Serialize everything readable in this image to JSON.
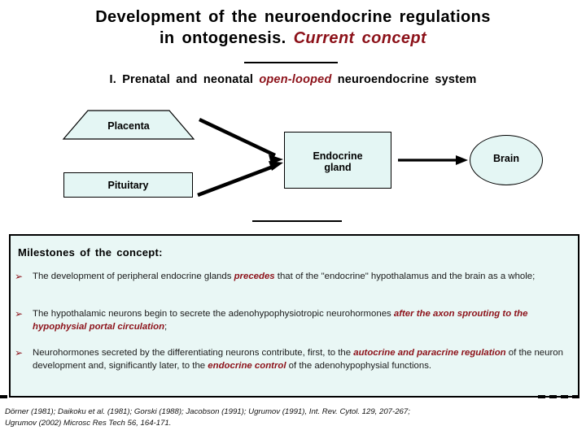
{
  "slide": {
    "title_line1": "Development of the neuroendocrine regulations",
    "title_line2_plain": "in ontogenesis.",
    "title_line2_accent": "Current concept",
    "section_prefix": "I.",
    "section_part1": "Prenatal and neonatal",
    "section_accent": "open-looped",
    "section_part2": "neuroendocrine system"
  },
  "diagram": {
    "placenta_label": "Placenta",
    "pituitary_label": "Pituitary",
    "endocrine_label": "Endocrine\ngland",
    "brain_label": "Brain",
    "shape_fill": "#E4F6F4",
    "shape_stroke": "#000000"
  },
  "milestones": {
    "heading": "Milestones of the concept:",
    "bullet_glyph": "➢",
    "accent_color": "#8C1119",
    "panel_fill": "#E9F7F5",
    "items": [
      {
        "p1": "The development of peripheral endocrine glands ",
        "em1": "precedes",
        "p2": " that of the \"endocrine\" hypothalamus and the brain as a whole;",
        "em2": "",
        "p3": ""
      },
      {
        "p1": "The hypothalamic neurons begin to secrete the adenohypophysiotropic neurohormones ",
        "em1": "after the axon sprouting to the hypophysial portal circulation",
        "p2": ";",
        "em2": "",
        "p3": ""
      },
      {
        "p1": "Neurohormones secreted by the differentiating neurons contribute, first, to the ",
        "em1": "autocrine and paracrine regulation",
        "p2": " of the neuron development and, significantly later, to the ",
        "em2": "endocrine control",
        "p3": " of the adenohypophysial functions."
      }
    ]
  },
  "references": {
    "line1": "Dörner (1981); Daikoku et al. (1981); Gorski (1988); Jacobson (1991); Ugrumov (1991), Int. Rev. Cytol. 129, 207-267;",
    "line2": "Ugrumov (2002) Microsc Res Tech 56, 164-171."
  }
}
